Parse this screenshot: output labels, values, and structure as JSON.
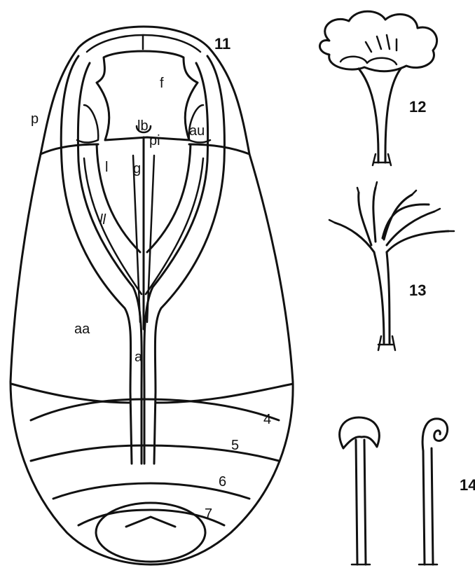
{
  "figure_numbers": {
    "fig11": "11",
    "fig12": "12",
    "fig13": "13",
    "fig14": "14"
  },
  "labels": {
    "f": "f",
    "p": "p",
    "lb": "lb",
    "pi": "pi",
    "au": "au",
    "l": "l",
    "g": "g",
    "ll": "ll",
    "aa": "aa",
    "a": "a"
  },
  "segments": {
    "s4": "4",
    "s5": "5",
    "s6": "6",
    "s7": "7"
  }
}
